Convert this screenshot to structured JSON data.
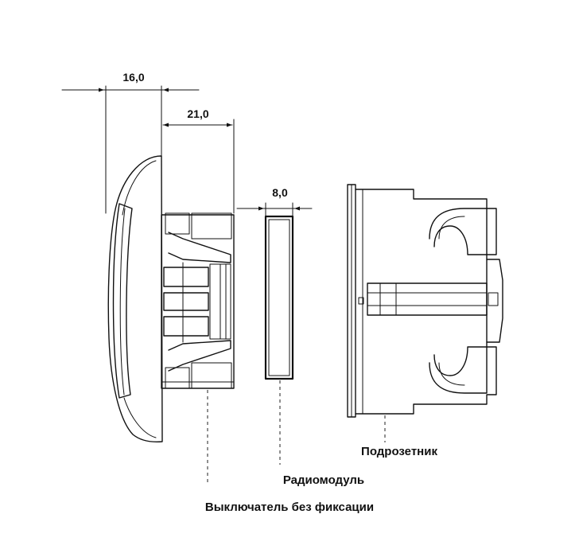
{
  "dimensions": {
    "d1": "16,0",
    "d2": "21,0",
    "d3": "8,0"
  },
  "labels": {
    "box": "Подрозетник",
    "radio": "Радиомодуль",
    "switch": "Выключатель без фиксации"
  }
}
